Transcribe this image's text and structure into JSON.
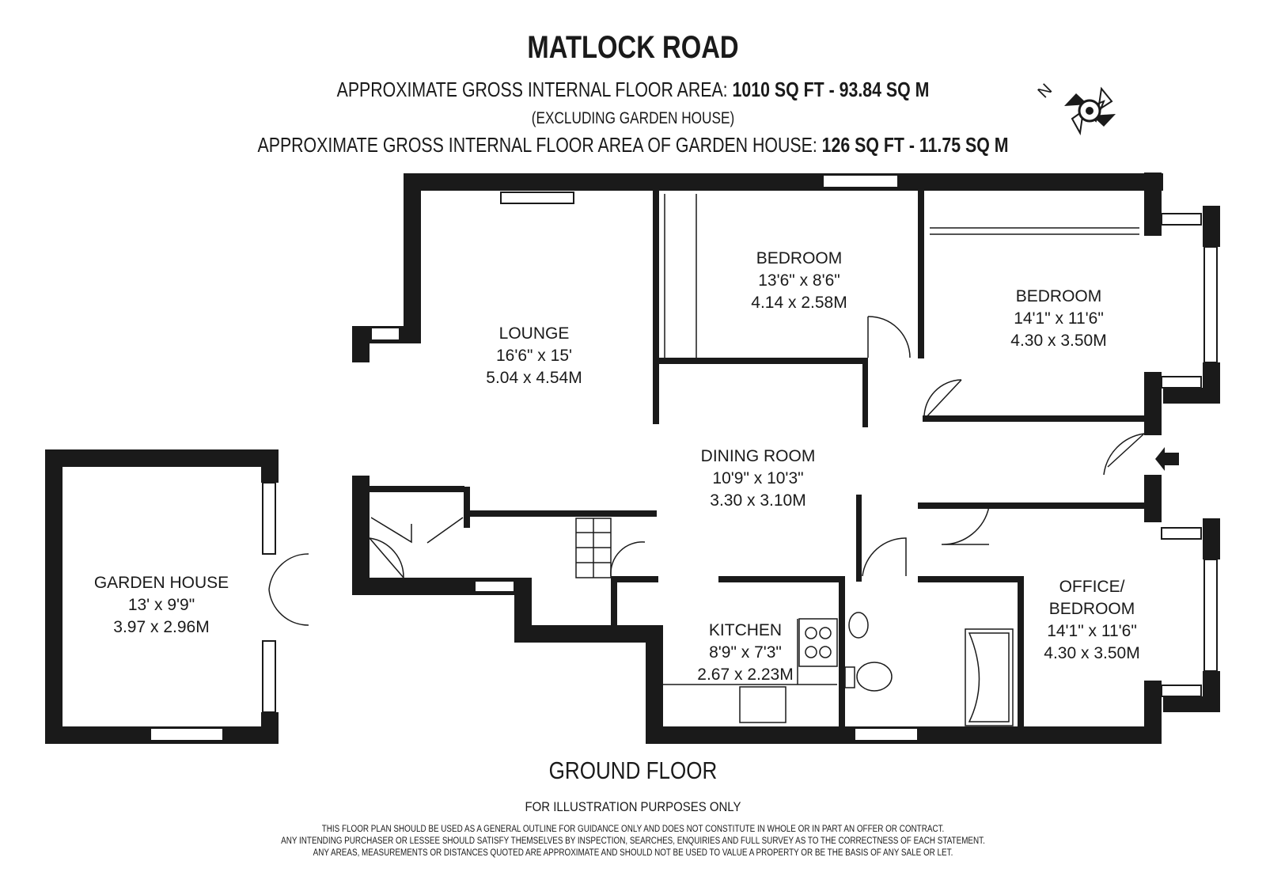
{
  "header": {
    "title": "MATLOCK ROAD",
    "area_label": "APPROXIMATE GROSS INTERNAL FLOOR AREA:",
    "area_value": "1010 SQ FT  -  93.84 SQ M",
    "area_note": "(EXCLUDING GARDEN HOUSE)",
    "garden_label": "APPROXIMATE GROSS INTERNAL FLOOR AREA OF GARDEN HOUSE:",
    "garden_value": "126 SQ FT  -  11.75 SQ M"
  },
  "compass": {
    "label": "N",
    "icon": "compass-rose-icon"
  },
  "rooms": {
    "lounge": {
      "name": "LOUNGE",
      "imperial": "16'6\" x 15'",
      "metric": "5.04 x 4.54M"
    },
    "bedroom1": {
      "name": "BEDROOM",
      "imperial": "13'6\" x 8'6\"",
      "metric": "4.14 x 2.58M"
    },
    "bedroom2": {
      "name": "BEDROOM",
      "imperial": "14'1\" x 11'6\"",
      "metric": "4.30 x 3.50M"
    },
    "dining": {
      "name": "DINING ROOM",
      "imperial": "10'9\" x 10'3\"",
      "metric": "3.30 x 3.10M"
    },
    "kitchen": {
      "name": "KITCHEN",
      "imperial": "8'9\" x 7'3\"",
      "metric": "2.67 x 2.23M"
    },
    "office": {
      "name_line1": "OFFICE/",
      "name_line2": "BEDROOM",
      "imperial": "14'1\" x 11'6\"",
      "metric": "4.30 x 3.50M"
    },
    "garden_house": {
      "name": "GARDEN HOUSE",
      "imperial": "13' x 9'9\"",
      "metric": "3.97 x 2.96M"
    }
  },
  "footer": {
    "floor_label": "GROUND FLOOR",
    "illustration_note": "FOR ILLUSTRATION PURPOSES ONLY",
    "disclaimer_line1": "THIS FLOOR PLAN SHOULD BE USED AS A GENERAL OUTLINE FOR GUIDANCE ONLY AND DOES NOT CONSTITUTE IN WHOLE OR IN PART AN OFFER OR CONTRACT.",
    "disclaimer_line2": "ANY INTENDING PURCHASER OR LESSEE SHOULD SATISFY THEMSELVES BY INSPECTION, SEARCHES, ENQUIRIES AND FULL SURVEY AS TO THE CORRECTNESS OF EACH STATEMENT.",
    "disclaimer_line3": "ANY AREAS, MEASUREMENTS OR DISTANCES QUOTED ARE APPROXIMATE AND SHOULD NOT BE USED TO VALUE A PROPERTY OR BE THE BASIS OF ANY SALE OR LET."
  },
  "colors": {
    "wall": "#1a1a1a",
    "background": "#ffffff"
  }
}
